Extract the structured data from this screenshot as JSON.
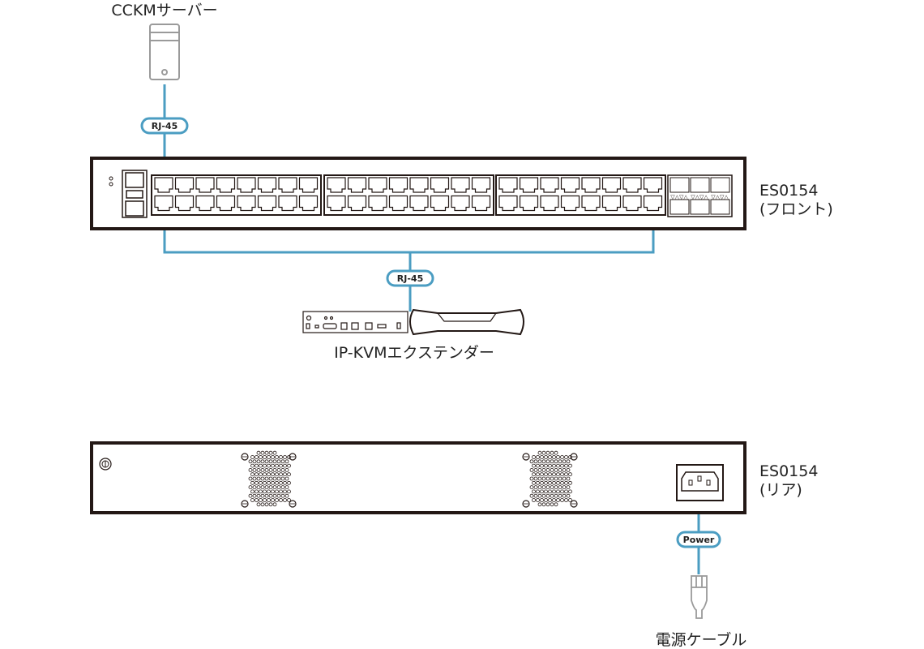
{
  "server": {
    "label": "CCKMサーバー"
  },
  "cable_top": {
    "label": "RJ-45"
  },
  "cable_mid": {
    "label": "RJ-45"
  },
  "cable_power": {
    "label": "Power"
  },
  "front": {
    "model": "ES0154",
    "view": "(フロント)"
  },
  "rear": {
    "model": "ES0154",
    "view": "(リア)"
  },
  "extender": {
    "label": "IP-KVMエクステンダー"
  },
  "power_cable": {
    "label": "電源ケーブル"
  },
  "colors": {
    "cable": "#4b9dc2",
    "chassis": "#231815",
    "device": "#999999"
  }
}
